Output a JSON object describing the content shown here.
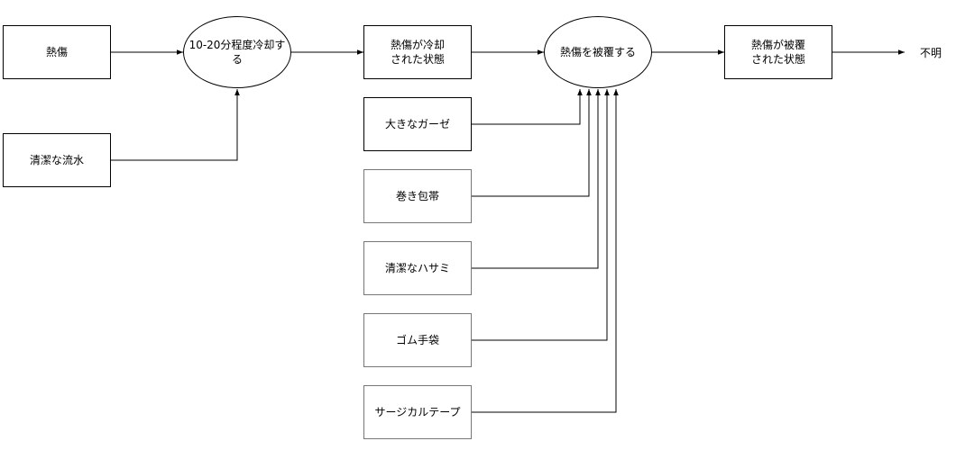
{
  "nodes": {
    "burn": "熱傷",
    "clean_water": "清潔な流水",
    "cool_step": "10-20分程度冷却する",
    "cooled_state": "熱傷が冷却\nされた状態",
    "large_gauze": "大きなガーゼ",
    "roll_bandage": "巻き包帯",
    "clean_scissors": "清潔なハサミ",
    "rubber_gloves": "ゴム手袋",
    "surgical_tape": "サージカルテープ",
    "cover_step": "熱傷を被覆する",
    "covered_state": "熱傷が被覆\nされた状態",
    "unknown": "不明"
  }
}
